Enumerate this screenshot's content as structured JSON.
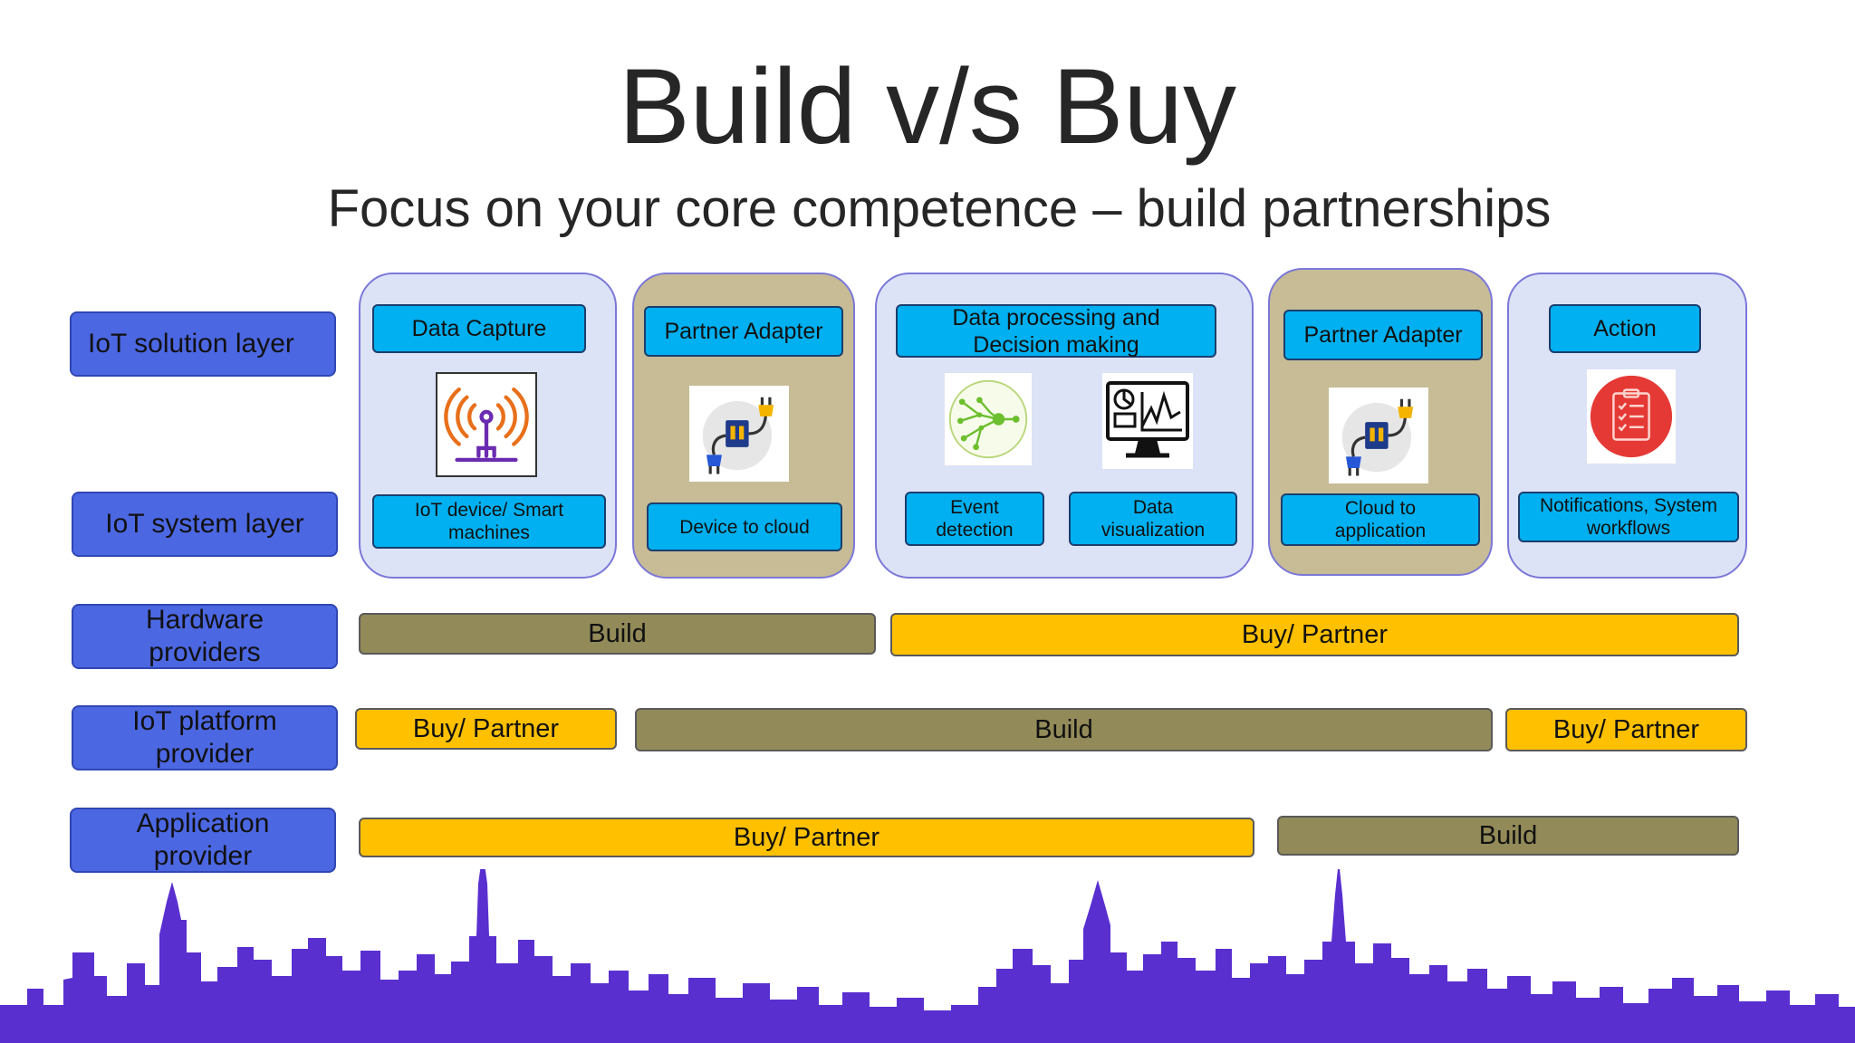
{
  "title": "Build v/s Buy",
  "subtitle": "Focus on your core competence – build partnerships",
  "layers": {
    "solution": "IoT solution layer",
    "system": "IoT system layer",
    "hardware": "Hardware providers",
    "platform": "IoT platform provider",
    "application": "Application provider"
  },
  "columns": {
    "data_capture": {
      "top": "Data Capture",
      "bottom": "IoT device/ Smart machines",
      "icon": "antenna-icon"
    },
    "partner_adapter_1": {
      "top": "Partner Adapter",
      "bottom": "Device to cloud",
      "icon": "plug-adapter-icon"
    },
    "data_processing": {
      "top": "Data processing and Decision making",
      "bottom_left": "Event detection",
      "bottom_right": "Data visualization",
      "icons": [
        "network-node-icon",
        "monitor-chart-icon"
      ]
    },
    "partner_adapter_2": {
      "top": "Partner Adapter",
      "bottom": "Cloud to application",
      "icon": "plug-adapter-icon"
    },
    "action": {
      "top": "Action",
      "bottom": "Notifications, System workflows",
      "icon": "checklist-icon"
    }
  },
  "bars": {
    "hardware": [
      {
        "label": "Build",
        "kind": "build"
      },
      {
        "label": "Buy/ Partner",
        "kind": "buy"
      }
    ],
    "platform": [
      {
        "label": "Buy/ Partner",
        "kind": "buy"
      },
      {
        "label": "Build",
        "kind": "build"
      },
      {
        "label": "Buy/ Partner",
        "kind": "buy"
      }
    ],
    "application": [
      {
        "label": "Buy/ Partner",
        "kind": "buy"
      },
      {
        "label": "Build",
        "kind": "build"
      }
    ]
  },
  "colors": {
    "layer": "#4c67e2",
    "chip": "#00b0f0",
    "group_blue": "#dde3f6",
    "group_tan": "#c7bc95",
    "build": "#928a58",
    "buy": "#ffc000",
    "skyline": "#5a2fd0"
  }
}
